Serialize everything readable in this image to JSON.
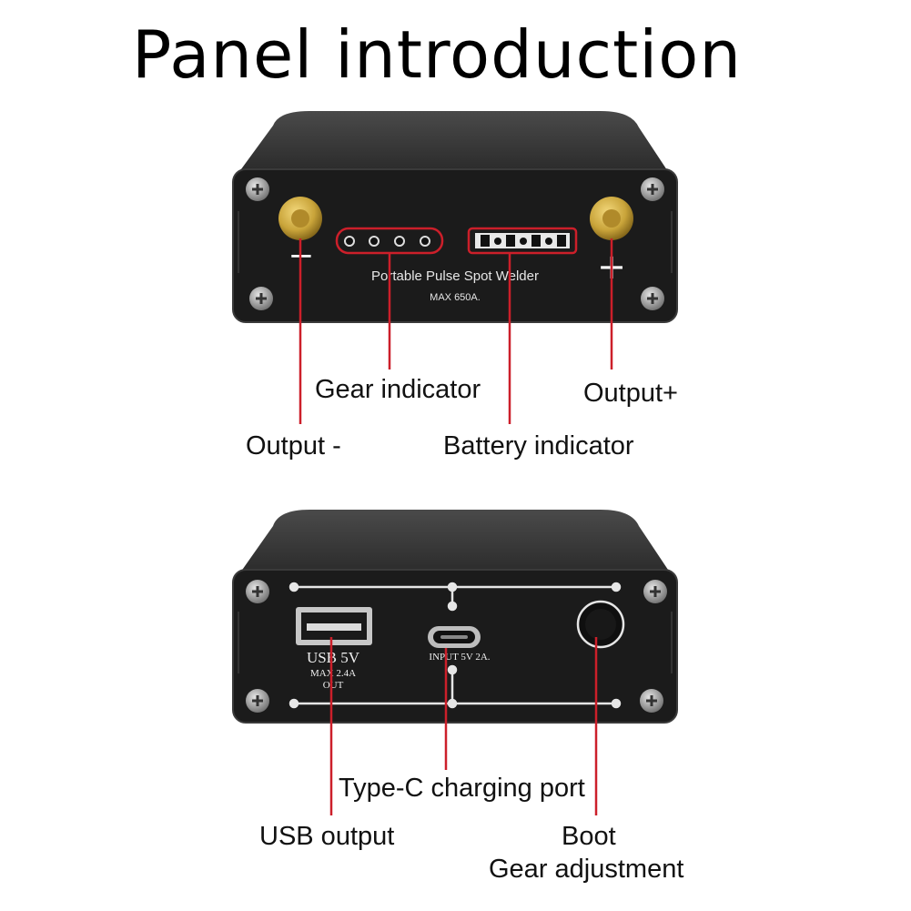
{
  "title": "Panel introduction",
  "front_panel": {
    "brand_text": "Portable  Pulse  Spot  Welder",
    "max_text": "MAX 650A.",
    "minus_symbol": "−",
    "plus_symbol": "+",
    "labels": {
      "gear_indicator": "Gear indicator",
      "output_plus": "Output+",
      "output_minus": "Output -",
      "battery_indicator": "Battery indicator"
    }
  },
  "back_panel": {
    "usb_text": "USB  5V",
    "usb_max": "MAX  2.4A",
    "usb_out": "OUT",
    "input_text": "INPUT  5V  2A.",
    "labels": {
      "type_c": "Type-C charging port",
      "usb_output": "USB output",
      "boot": "Boot",
      "gear_adjustment": "Gear adjustment"
    }
  },
  "colors": {
    "callout_line": "#cc1f2a",
    "device_body": "#1b1b1b",
    "terminal": "#c9a43a"
  }
}
